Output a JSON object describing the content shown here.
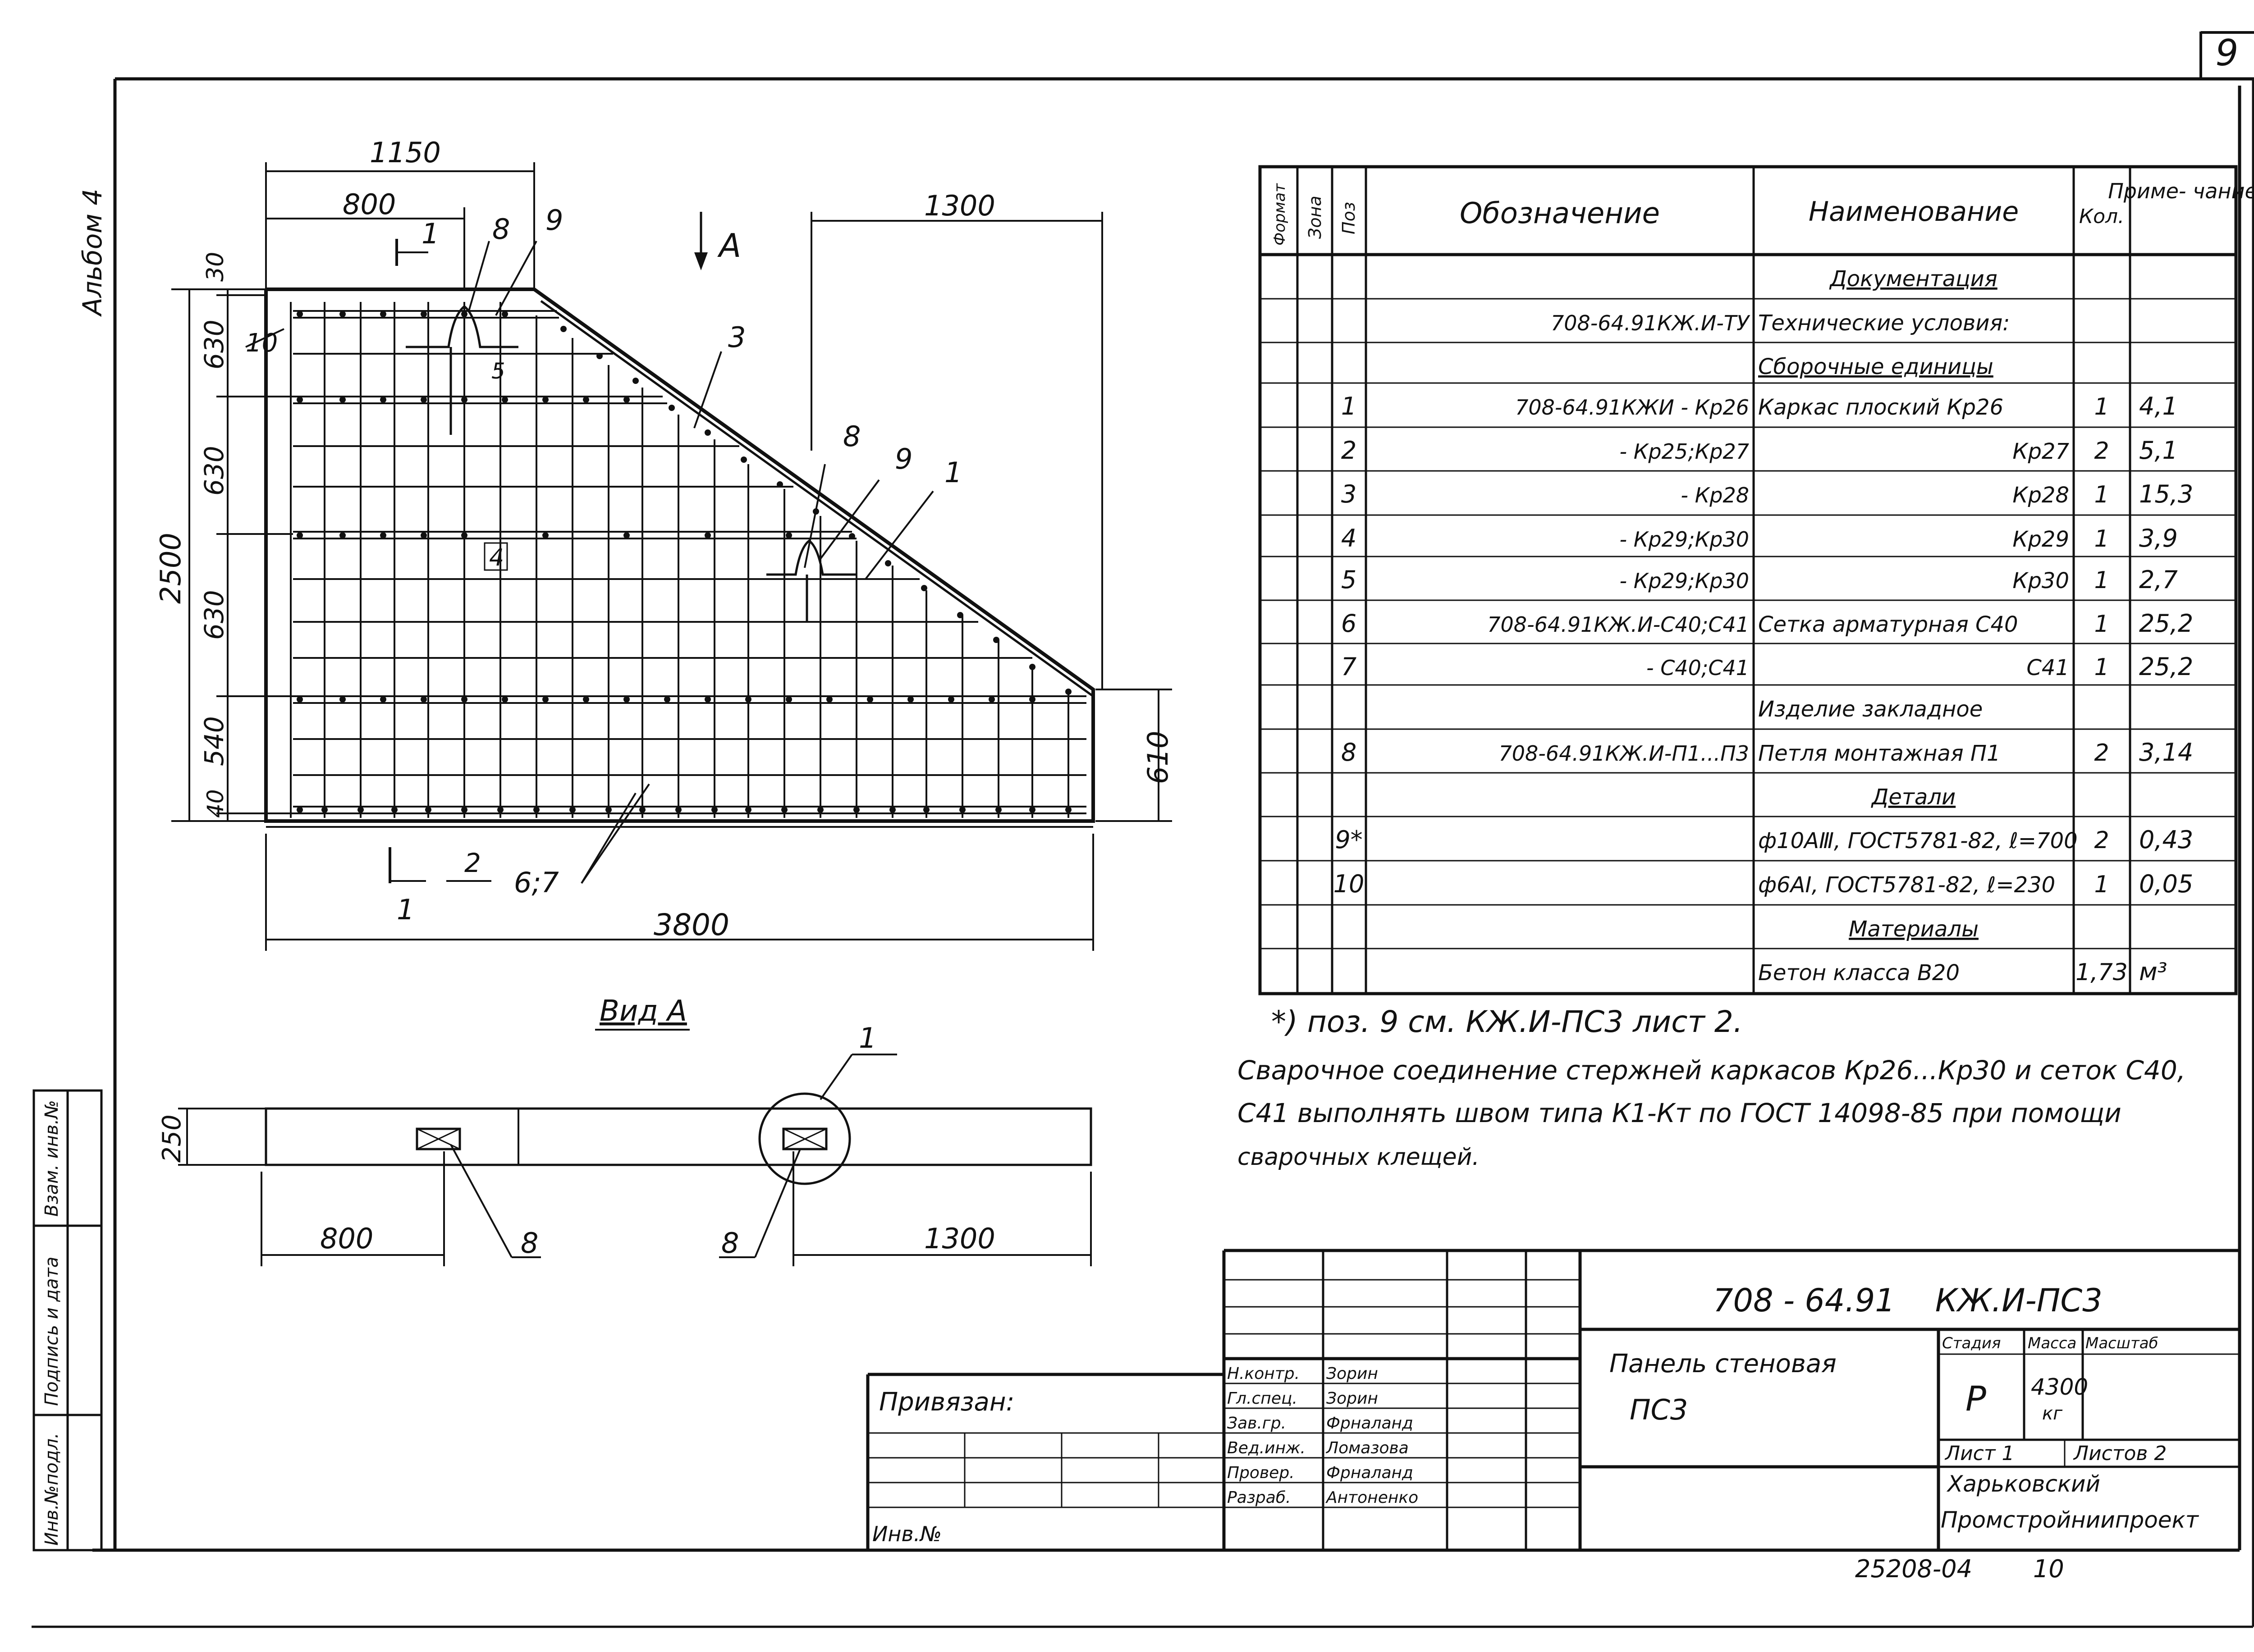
{
  "sheet": {
    "number": "9",
    "album": "Альбом 4",
    "archive": "25208-04",
    "archive_page": "10"
  },
  "left_strip": [
    "Инв.№подл.",
    "Подпись и дата",
    "Взам. инв.№"
  ],
  "drawing": {
    "dims": {
      "top_1150": "1150",
      "top_800": "800",
      "top_1300": "1300",
      "v_30": "30",
      "v_630a": "630",
      "v_630b": "630",
      "v_630c": "630",
      "v_540": "540",
      "v_40": "40",
      "v_2500": "2500",
      "v_610": "610",
      "bottom_3800": "3800"
    },
    "callouts": {
      "c1": "1",
      "c2": "2",
      "c3": "3",
      "c4": "4",
      "c5": "5",
      "c67": "6;7",
      "c8a": "8",
      "c9a": "9",
      "c8b": "8",
      "c9b": "9",
      "c1b": "1",
      "c10": "10",
      "sec1_top": "1",
      "sec1_bot": "1",
      "arrowA": "А"
    },
    "view_a": {
      "title": "Вид А",
      "dim_250": "250",
      "dim_800": "800",
      "dim_1300": "1300",
      "c8a": "8",
      "c8b": "8",
      "c1": "1"
    }
  },
  "spec": {
    "headers": [
      "Формат",
      "Зона",
      "Поз",
      "Обозначение",
      "Наименование",
      "Кол.",
      "Приме-\nчание"
    ],
    "rows": [
      {
        "pos": "",
        "designation": "",
        "name": "Документация",
        "qty": "",
        "note": "",
        "centered": true
      },
      {
        "pos": "",
        "designation": "708-64.91КЖ.И-ТУ",
        "name": "Технические условия:",
        "qty": "",
        "note": ""
      },
      {
        "pos": "",
        "designation": "",
        "name": "Сборочные единицы",
        "qty": "",
        "note": "",
        "underline": true
      },
      {
        "pos": "1",
        "designation": "708-64.91КЖИ - Кр26",
        "name": "Каркас плоский Кр26",
        "qty": "1",
        "note": "4,1"
      },
      {
        "pos": "2",
        "designation": "- Кр25;Кр27",
        "name": "Кр27",
        "qty": "2",
        "note": "5,1"
      },
      {
        "pos": "3",
        "designation": "- Кр28",
        "name": "Кр28",
        "qty": "1",
        "note": "15,3"
      },
      {
        "pos": "4",
        "designation": "- Кр29;Кр30",
        "name": "Кр29",
        "qty": "1",
        "note": "3,9"
      },
      {
        "pos": "5",
        "designation": "- Кр29;Кр30",
        "name": "Кр30",
        "qty": "1",
        "note": "2,7"
      },
      {
        "pos": "6",
        "designation": "708-64.91КЖ.И-С40;С41",
        "name": "Сетка арматурная С40",
        "qty": "1",
        "note": "25,2"
      },
      {
        "pos": "7",
        "designation": "- С40;С41",
        "name": "С41",
        "qty": "1",
        "note": "25,2"
      },
      {
        "pos": "",
        "designation": "",
        "name": "Изделие закладное",
        "qty": "",
        "note": ""
      },
      {
        "pos": "8",
        "designation": "708-64.91КЖ.И-П1...П3",
        "name": "Петля монтажная П1",
        "qty": "2",
        "note": "3,14"
      },
      {
        "pos": "",
        "designation": "",
        "name": "Детали",
        "qty": "",
        "note": "",
        "centered": true
      },
      {
        "pos": "9*",
        "designation": "",
        "name": "ф10АⅢ, ГОСТ5781-82, ℓ=700",
        "qty": "2",
        "note": "0,43"
      },
      {
        "pos": "10",
        "designation": "",
        "name": "ф6АⅠ, ГОСТ5781-82, ℓ=230",
        "qty": "1",
        "note": "0,05"
      },
      {
        "pos": "",
        "designation": "",
        "name": "Материалы",
        "qty": "",
        "note": "",
        "centered": true
      },
      {
        "pos": "",
        "designation": "",
        "name": "Бетон класса В20",
        "qty": "1,73",
        "note": "м³"
      }
    ]
  },
  "notes": {
    "n1": "*) поз. 9 см. КЖ.И-ПС3 лист 2.",
    "n2": "Сварочное соединение стержней каркасов Кр26...Кр30 и сеток С40,",
    "n3": "С41 выполнять швом типа К1-Кт по ГОСТ 14098-85 при помощи",
    "n4": "сварочных клещей."
  },
  "title_block": {
    "code": "708 - 64.91    КЖ.И-ПС3",
    "title1": "Панель стеновая",
    "title2": "ПС3",
    "privyazan": "Привязан:",
    "inv": "Инв.№",
    "h_stage": "Стадия",
    "h_mass": "Масса",
    "h_scale": "Масштаб",
    "stage": "Р",
    "mass": "4300",
    "mass_unit": "кг",
    "sheet": "Лист 1",
    "sheets": "Листов 2",
    "org1": "Харьковский",
    "org2": "Промстройниипроект",
    "roles": [
      {
        "role": "Н.контр.",
        "name": "Зорин"
      },
      {
        "role": "Гл.спец.",
        "name": "Зорин"
      },
      {
        "role": "Зав.гр.",
        "name": "Фрналанд"
      },
      {
        "role": "Вед.инж.",
        "name": "Ломазова"
      },
      {
        "role": "Провер.",
        "name": "Фрналанд"
      },
      {
        "role": "Разраб.",
        "name": "Антоненко"
      }
    ]
  }
}
